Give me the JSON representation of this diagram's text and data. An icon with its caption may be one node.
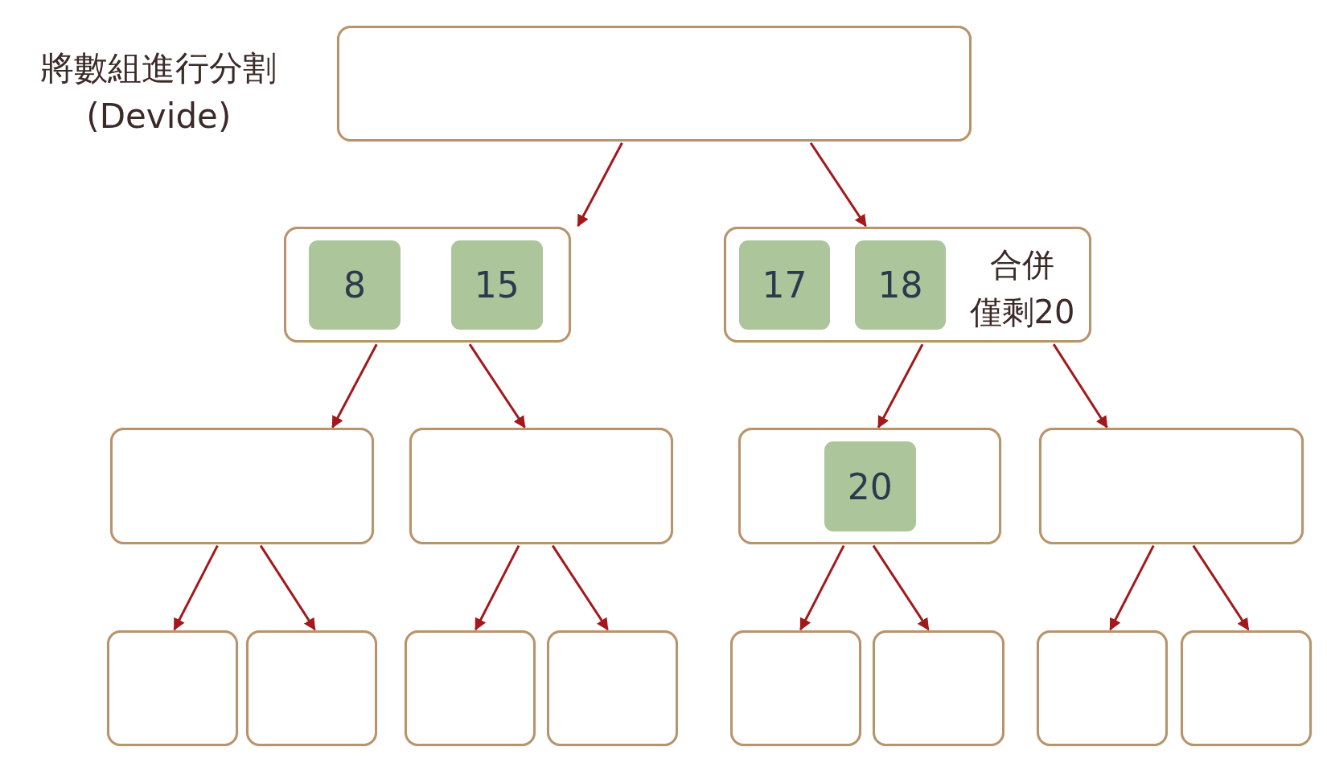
{
  "diagram": {
    "nodes": [
      {
        "text": [],
        "shape": "box"
      },
      {
        "text": [],
        "shape": "box"
      },
      {
        "text": [
          "8"
        ],
        "in": 1
      },
      {
        "text": [
          "15"
        ],
        "in": 1
      },
      {
        "text": [
          "合併",
          "僅剩20"
        ]
      },
      {
        "text": [
          "17"
        ],
        "in": 4
      },
      {
        "text": [
          "18"
        ],
        "in": 4
      },
      {
        "text": [],
        "shape": "box"
      },
      {
        "text": [],
        "shape": "box"
      },
      {
        "text": [],
        "shape": "box"
      },
      {
        "text": [
          "20"
        ],
        "in": 9
      },
      {
        "text": [],
        "shape": "box"
      },
      {
        "text": [],
        "shape": "box"
      },
      {
        "text": [],
        "shape": "box"
      },
      {
        "text": [],
        "shape": "box"
      },
      {
        "text": [],
        "shape": "box"
      },
      {
        "text": [],
        "shape": "box"
      },
      {
        "text": [],
        "shape": "box"
      },
      {
        "text": [],
        "shape": "box"
      },
      {
        "text": [],
        "shape": "box"
      }
    ],
    "edges": [
      {
        "from": 0,
        "to": 1,
        "arrow": "to"
      },
      {
        "from": 0,
        "to": 4,
        "arrow": "to"
      },
      {
        "from": 1,
        "to": 7,
        "arrow": "to"
      },
      {
        "from": 1,
        "to": 8,
        "arrow": "to"
      },
      {
        "from": 4,
        "to": 9,
        "arrow": "to"
      },
      {
        "from": 4,
        "to": 11,
        "arrow": "to"
      },
      {
        "from": 7,
        "to": 12,
        "arrow": "to"
      },
      {
        "from": 7,
        "to": 13,
        "arrow": "to"
      },
      {
        "from": 8,
        "to": 14,
        "arrow": "to"
      },
      {
        "from": 8,
        "to": 15,
        "arrow": "to"
      },
      {
        "from": 9,
        "to": 16,
        "arrow": "to"
      },
      {
        "from": 9,
        "to": 17,
        "arrow": "to"
      },
      {
        "from": 11,
        "to": 18,
        "arrow": "to"
      },
      {
        "from": 11,
        "to": 19,
        "arrow": "to"
      }
    ],
    "labels": [
      "將數組進行分割 (Devide)"
    ]
  }
}
